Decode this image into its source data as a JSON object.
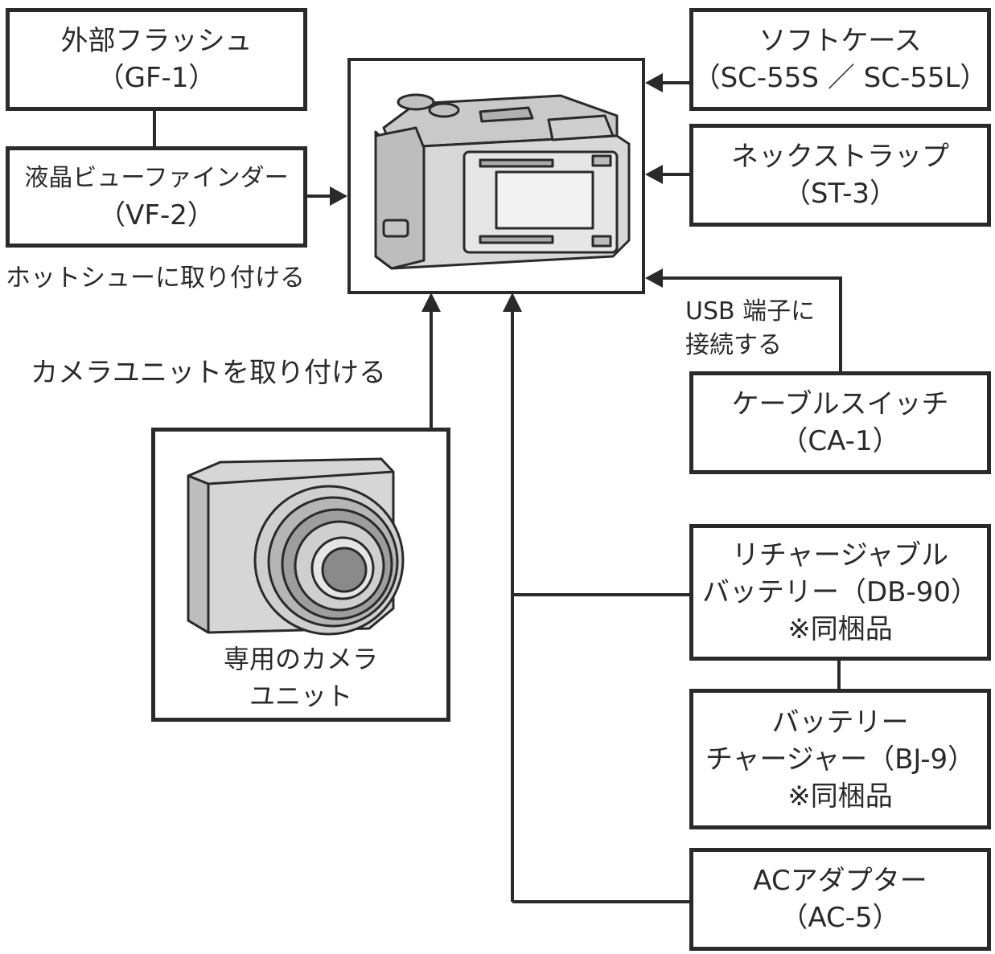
{
  "boxes": {
    "flash": {
      "line1": "外部フラッシュ",
      "line2": "（GF-1）"
    },
    "viewfinder": {
      "line1": "液晶ビューファインダー",
      "line2": "（VF-2）"
    },
    "softcase": {
      "line1": "ソフトケース",
      "line2": "（SC-55S ／ SC-55L）"
    },
    "neckstrap": {
      "line1": "ネックストラップ",
      "line2": "（ST-3）"
    },
    "cableswitch": {
      "line1": "ケーブルスイッチ",
      "line2": "（CA-1）"
    },
    "battery": {
      "line1": "リチャージャブル",
      "line2": "バッテリー（DB-90）",
      "line3": "※同梱品"
    },
    "charger": {
      "line1": "バッテリー",
      "line2": "チャージャー（BJ-9）",
      "line3": "※同梱品"
    },
    "acadapter": {
      "line1": "ACアダプター",
      "line2": "（AC-5）"
    },
    "camera_unit": {
      "line1": "専用のカメラ",
      "line2": "ユニット"
    }
  },
  "labels": {
    "hotshoe": "ホットシューに取り付ける",
    "attach_unit": "カメラユニットを取り付ける",
    "usb_line1": "USB 端子に",
    "usb_line2": "接続する"
  },
  "images": {
    "camera_body": "camera-body-illustration",
    "camera_unit": "lens-unit-illustration"
  }
}
